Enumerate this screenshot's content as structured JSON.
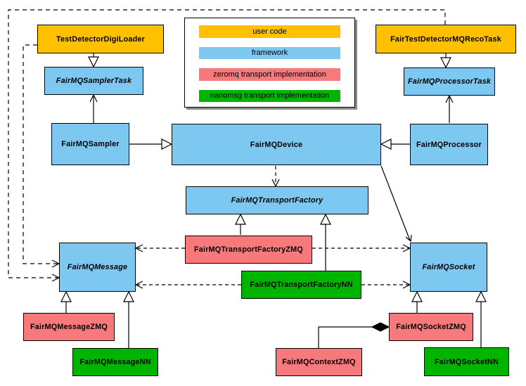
{
  "colors": {
    "user_code": "#FFC000",
    "framework": "#7CC8F0",
    "zeromq": "#F8797B",
    "nanomsg": "#00B400"
  },
  "legend": {
    "user_code": {
      "label": "user code"
    },
    "framework": {
      "label": "framework"
    },
    "zeromq": {
      "label": "zeromq transport implementation"
    },
    "nanomsg": {
      "label": "nanomsg transport implementation"
    }
  },
  "nodes": {
    "testDetectorDigiLoader": {
      "label": "TestDetectorDigiLoader",
      "abstract": false
    },
    "fairTestDetectorMQRecoTask": {
      "label": "FairTestDetectorMQRecoTask",
      "abstract": false
    },
    "fairMQSamplerTask": {
      "label": "FairMQSamplerTask",
      "abstract": true
    },
    "fairMQProcessorTask": {
      "label": "FairMQProcessorTask",
      "abstract": true
    },
    "fairMQSampler": {
      "label": "FairMQSampler",
      "abstract": false
    },
    "fairMQDevice": {
      "label": "FairMQDevice",
      "abstract": false
    },
    "fairMQProcessor": {
      "label": "FairMQProcessor",
      "abstract": false
    },
    "fairMQTransportFactory": {
      "label": "FairMQTransportFactory",
      "abstract": true
    },
    "fairMQTransportFactoryZMQ": {
      "label": "FairMQTransportFactoryZMQ",
      "abstract": false
    },
    "fairMQTransportFactoryNN": {
      "label": "FairMQTransportFactoryNN",
      "abstract": false
    },
    "fairMQMessage": {
      "label": "FairMQMessage",
      "abstract": true
    },
    "fairMQSocket": {
      "label": "FairMQSocket",
      "abstract": true
    },
    "fairMQMessageZMQ": {
      "label": "FairMQMessageZMQ",
      "abstract": false
    },
    "fairMQMessageNN": {
      "label": "FairMQMessageNN",
      "abstract": false
    },
    "fairMQSocketZMQ": {
      "label": "FairMQSocketZMQ",
      "abstract": false
    },
    "fairMQSocketNN": {
      "label": "FairMQSocketNN",
      "abstract": false
    },
    "fairMQContextZMQ": {
      "label": "FairMQContextZMQ",
      "abstract": false
    }
  },
  "edges": [
    {
      "from": "TestDetectorDigiLoader",
      "to": "FairMQSamplerTask",
      "type": "inheritance"
    },
    {
      "from": "FairTestDetectorMQRecoTask",
      "to": "FairMQProcessorTask",
      "type": "inheritance"
    },
    {
      "from": "FairMQSampler",
      "to": "FairMQDevice",
      "type": "inheritance"
    },
    {
      "from": "FairMQProcessor",
      "to": "FairMQDevice",
      "type": "inheritance"
    },
    {
      "from": "FairMQSampler",
      "to": "FairMQSamplerTask",
      "type": "association"
    },
    {
      "from": "FairMQProcessor",
      "to": "FairMQProcessorTask",
      "type": "association"
    },
    {
      "from": "FairMQDevice",
      "to": "FairMQTransportFactory",
      "type": "dependency"
    },
    {
      "from": "FairMQDevice",
      "to": "FairMQSocket",
      "type": "association"
    },
    {
      "from": "TestDetectorDigiLoader",
      "to": "FairMQMessage",
      "type": "dependency"
    },
    {
      "from": "FairTestDetectorMQRecoTask",
      "to": "FairMQMessage",
      "type": "dependency"
    },
    {
      "from": "FairMQTransportFactoryZMQ",
      "to": "FairMQTransportFactory",
      "type": "inheritance"
    },
    {
      "from": "FairMQTransportFactoryNN",
      "to": "FairMQTransportFactory",
      "type": "inheritance"
    },
    {
      "from": "FairMQTransportFactoryZMQ",
      "to": "FairMQMessage",
      "type": "dependency"
    },
    {
      "from": "FairMQTransportFactoryZMQ",
      "to": "FairMQSocket",
      "type": "dependency"
    },
    {
      "from": "FairMQTransportFactoryNN",
      "to": "FairMQMessage",
      "type": "dependency"
    },
    {
      "from": "FairMQTransportFactoryNN",
      "to": "FairMQSocket",
      "type": "dependency"
    },
    {
      "from": "FairMQMessageZMQ",
      "to": "FairMQMessage",
      "type": "inheritance"
    },
    {
      "from": "FairMQMessageNN",
      "to": "FairMQMessage",
      "type": "inheritance"
    },
    {
      "from": "FairMQSocketZMQ",
      "to": "FairMQSocket",
      "type": "inheritance"
    },
    {
      "from": "FairMQSocketNN",
      "to": "FairMQSocket",
      "type": "inheritance"
    },
    {
      "from": "FairMQSocketZMQ",
      "to": "FairMQContextZMQ",
      "type": "composition"
    }
  ]
}
